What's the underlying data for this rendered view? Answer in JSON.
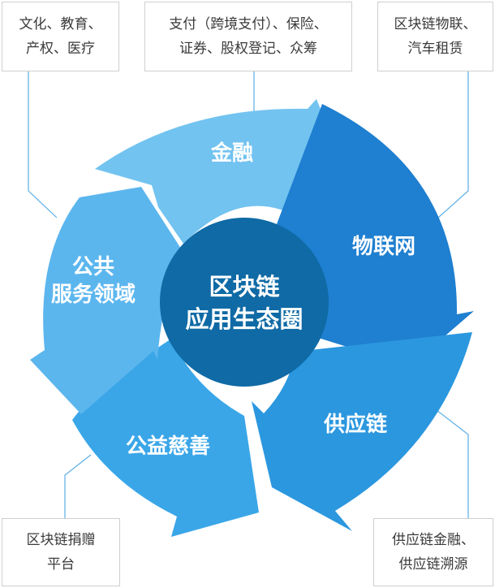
{
  "center": {
    "line1": "区块链",
    "line2": "应用生态圈"
  },
  "segments": {
    "finance": {
      "label": "金融",
      "color": "#72c3f0"
    },
    "iot": {
      "label": "物联网",
      "color": "#1f7fd0"
    },
    "supply": {
      "label": "供应链",
      "color": "#2b97df"
    },
    "charity": {
      "label": "公益慈善",
      "color": "#3aa6e8"
    },
    "public": {
      "line1": "公共",
      "line2": "服务领域",
      "color": "#5cb6ee"
    }
  },
  "callouts": {
    "top_left": {
      "line1": "文化、教育、",
      "line2": "产权、医疗"
    },
    "top_middle": {
      "line1": "支付（跨境支付）、保险、",
      "line2": "证券、股权登记、众筹"
    },
    "top_right": {
      "line1": "区块链物联、",
      "line2": "汽车租赁"
    },
    "bottom_left": {
      "line1": "区块链捐赠",
      "line2": "平台"
    },
    "bottom_right": {
      "line1": "供应链金融、",
      "line2": "供应链溯源"
    }
  },
  "colors": {
    "center": "#0f6aa5",
    "connector": "#5aaee6",
    "callout_border": "#cfcfcf"
  }
}
